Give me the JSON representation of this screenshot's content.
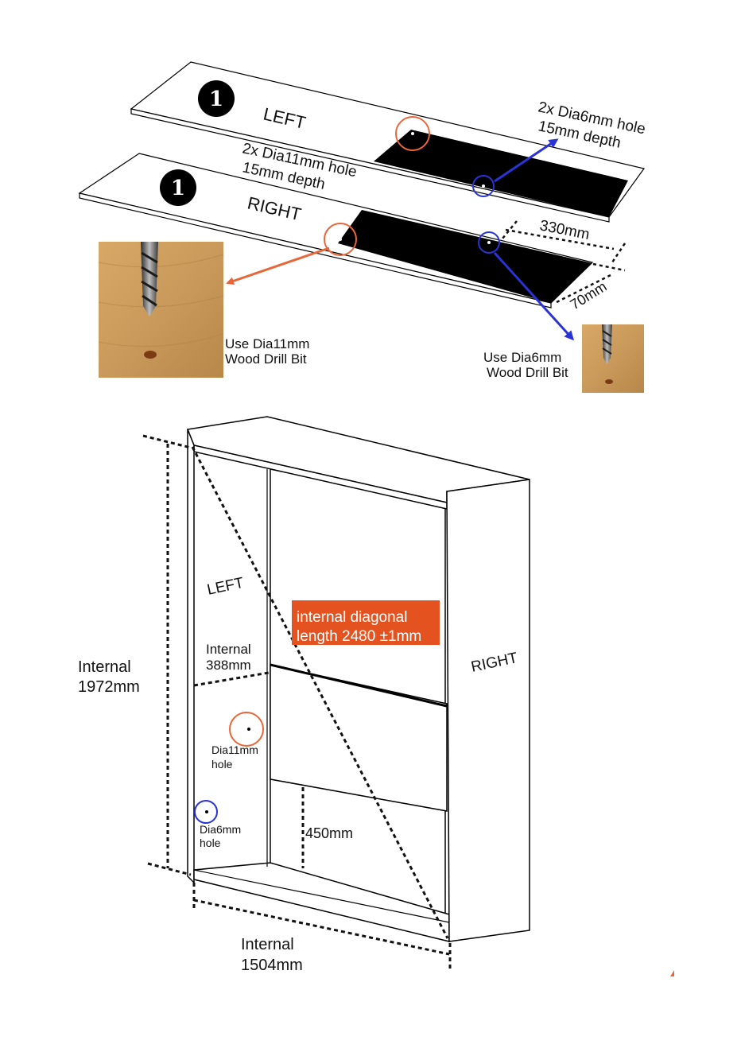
{
  "colors": {
    "orange": "#e8673a",
    "blue": "#2a33d6",
    "black": "#000000",
    "diagonal_box": "#e4531f",
    "wood": "#c99a5b"
  },
  "icons": {
    "drill_photo_large": "drill-bit-photo",
    "drill_photo_small": "drill-bit-photo",
    "orange_arrow": "arrow-icon",
    "blue_arrow": "arrow-icon"
  },
  "step_badges": [
    {
      "number": "1"
    },
    {
      "number": "1"
    }
  ],
  "panels": {
    "left_label": "LEFT",
    "right_label": "RIGHT"
  },
  "callouts": {
    "dia6_line1": "2x Dia6mm hole",
    "dia6_line2": "15mm depth",
    "dia11_line1": "2x Dia11mm hole",
    "dia11_line2": "15mm depth",
    "dim_330": "330mm",
    "dim_70": "70mm",
    "use_dia11_line1": "Use Dia11mm",
    "use_dia11_line2": "Wood Drill Bit",
    "use_dia6_line1": "Use Dia6mm",
    "use_dia6_line2": "Wood Drill Bit"
  },
  "frame": {
    "left_label": "LEFT",
    "right_label": "RIGHT",
    "diagonal_line1": "internal diagonal",
    "diagonal_line2": "length 2480 ±1mm",
    "internal_388_line1": "Internal",
    "internal_388_line2": "388mm",
    "height_line1": "Internal",
    "height_line2": "1972mm",
    "width_line1": "Internal",
    "width_line2": "1504mm",
    "dia11_hole_line1": "Dia11mm",
    "dia11_hole_line2": "hole",
    "dia6_hole_line1": "Dia6mm",
    "dia6_hole_line2": "hole",
    "dim_450": "450mm"
  }
}
